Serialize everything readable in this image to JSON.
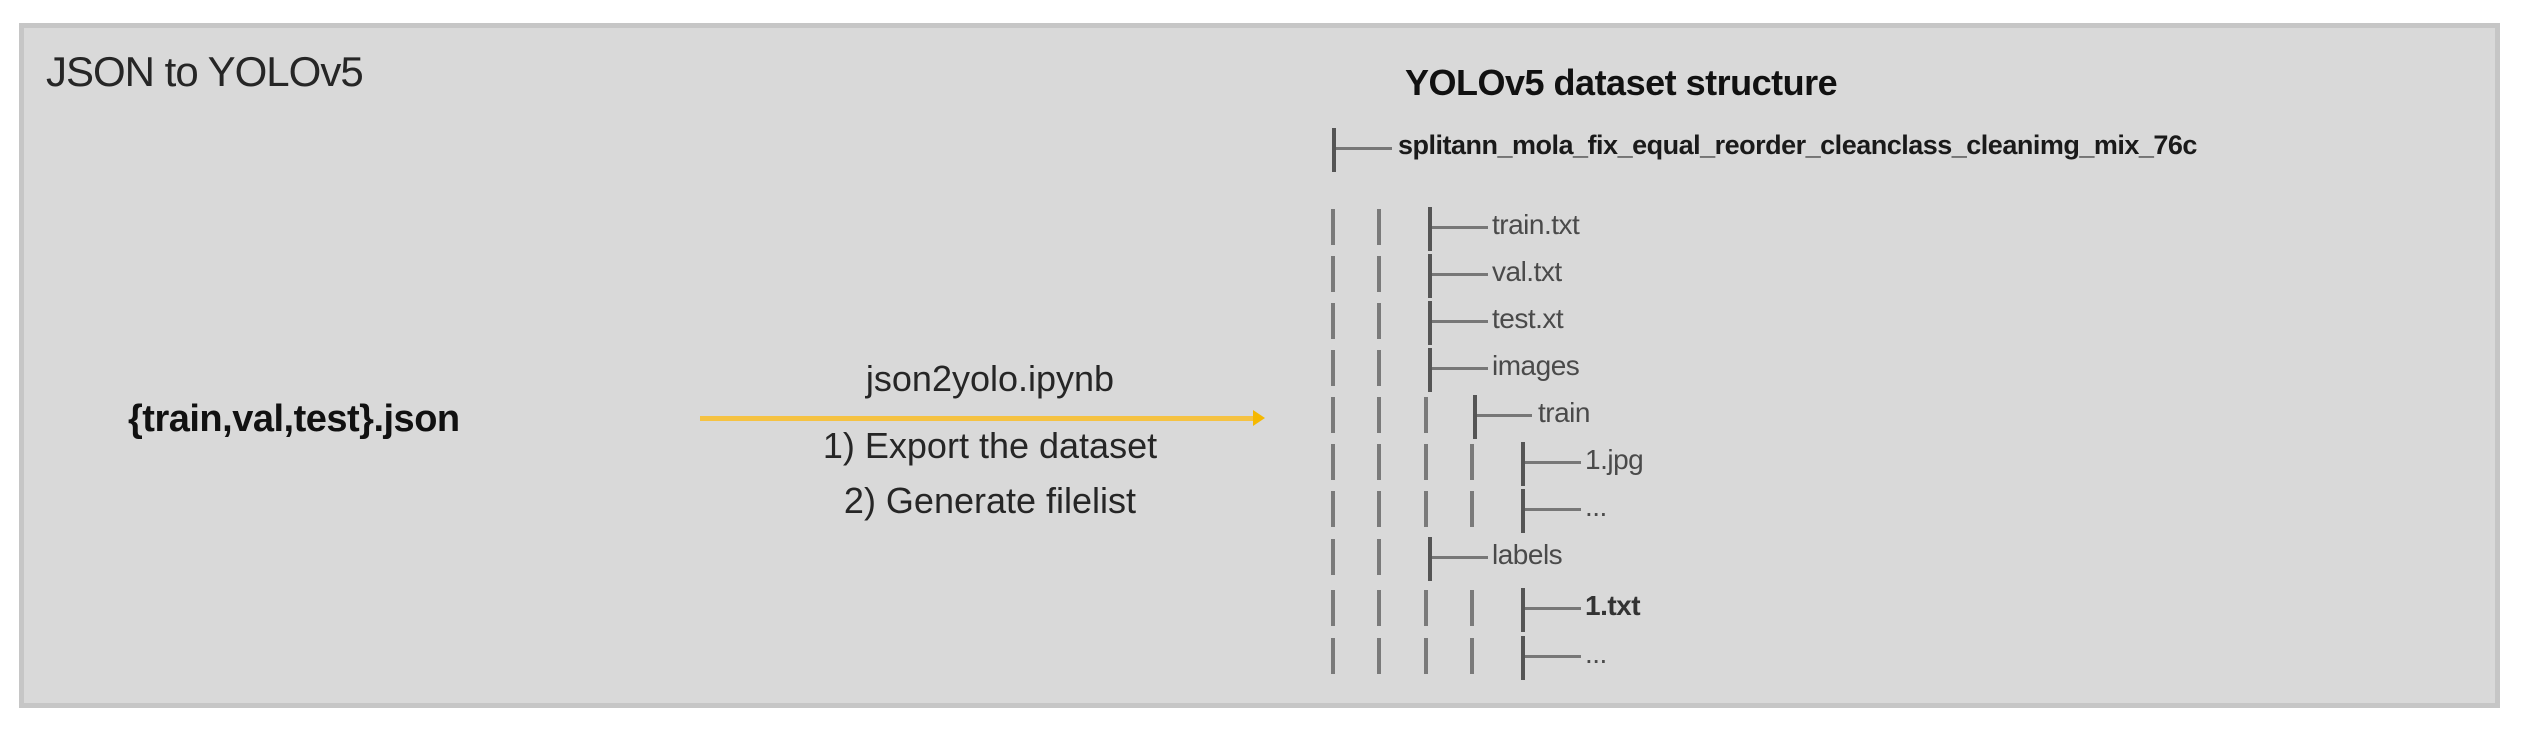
{
  "panel": {
    "title": "JSON to YOLOv5",
    "background": "#d9d9d9",
    "border": "#c6c6c6"
  },
  "source": {
    "label": "{train,val,test}.json"
  },
  "process": {
    "script": "json2yolo.ipynb",
    "steps": [
      "1) Export the dataset",
      "2) Generate filelist"
    ],
    "arrow_color": "#f5c242",
    "arrow_icon": "arrow-right-icon"
  },
  "output": {
    "title": "YOLOv5 dataset structure",
    "tree": [
      {
        "label": "splitann_mola_fix_equal_reorder_cleanclass_cleanimg_mix_76c",
        "depth": 0,
        "bold": true
      },
      {
        "label": "train.txt",
        "depth": 1
      },
      {
        "label": "val.txt",
        "depth": 1
      },
      {
        "label": "test.xt",
        "depth": 1
      },
      {
        "label": "images",
        "depth": 1
      },
      {
        "label": "train",
        "depth": 2
      },
      {
        "label": "1.jpg",
        "depth": 3
      },
      {
        "label": "...",
        "depth": 3
      },
      {
        "label": "labels",
        "depth": 1
      },
      {
        "label": "1.txt",
        "depth": 3
      },
      {
        "label": "...",
        "depth": 3
      }
    ]
  }
}
